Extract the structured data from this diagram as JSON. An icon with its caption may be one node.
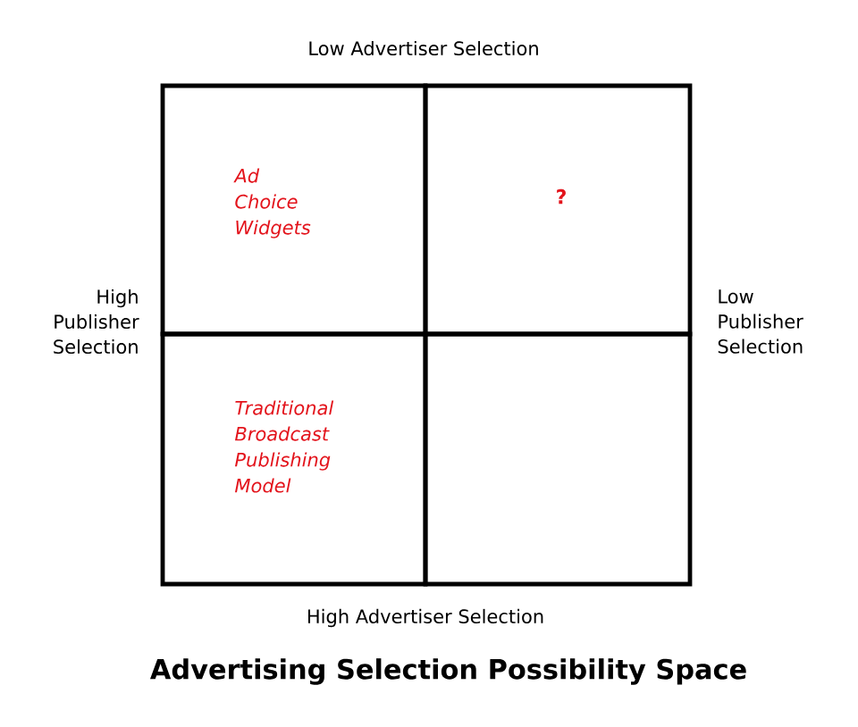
{
  "diagram": {
    "caption": "Advertising Selection Possibility Space",
    "nodes": [
      {
        "text": [
          "Ad Choice Widgets"
        ]
      },
      {
        "text": [
          "?"
        ]
      },
      {
        "text": [
          "Traditional Broadcast Publishing Model"
        ]
      },
      {
        "text": [],
        "shape": "box"
      }
    ],
    "labels": [
      "Low Advertiser Selection",
      "High Publisher Selection",
      "Low Publisher Selection",
      "High Advertiser Selection"
    ]
  }
}
